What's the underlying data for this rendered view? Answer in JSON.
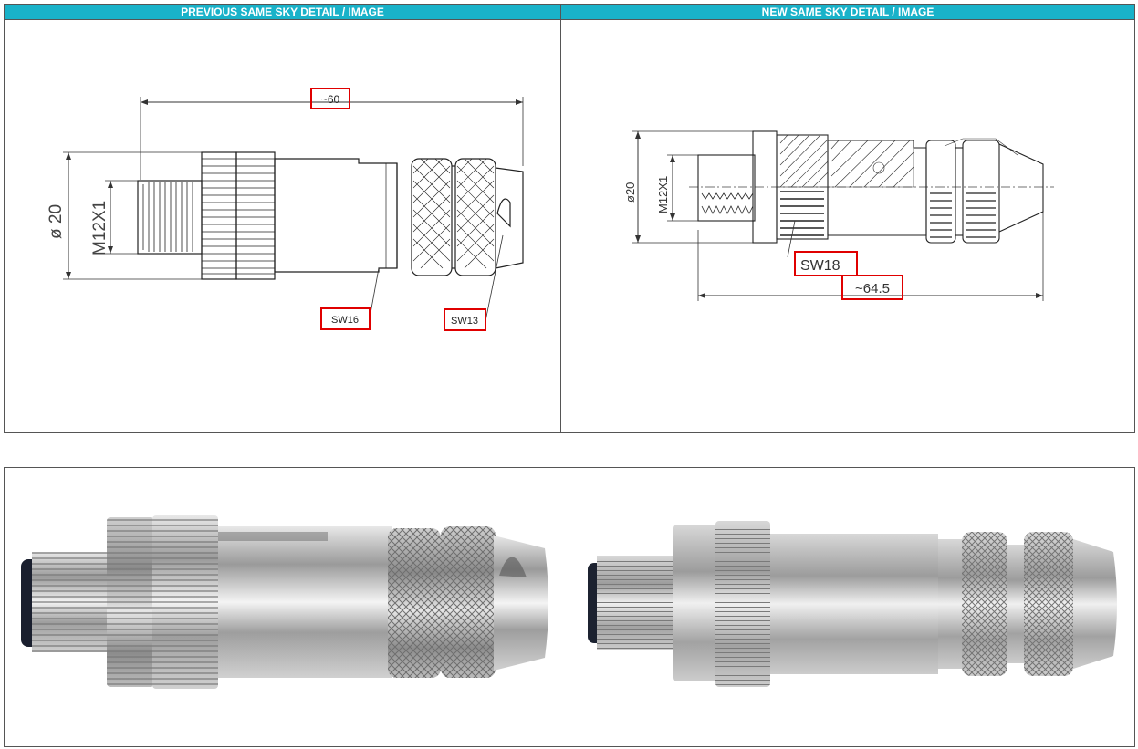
{
  "top_left": {
    "header": "PREVIOUS SAME SKY DETAIL / IMAGE",
    "dimensions": {
      "length": "~60",
      "diameter": "ø 20",
      "thread": "M12X1",
      "wrench_1": "SW16",
      "wrench_2": "SW13"
    }
  },
  "top_right": {
    "header": "NEW SAME SKY DETAIL / IMAGE",
    "dimensions": {
      "length": "~64.5",
      "diameter": "ø20",
      "thread": "M12X1",
      "wrench": "SW18"
    }
  },
  "colors": {
    "header_bg": "#19b2c9",
    "highlight_box": "#e00000",
    "metal": "#b8b8b8"
  }
}
